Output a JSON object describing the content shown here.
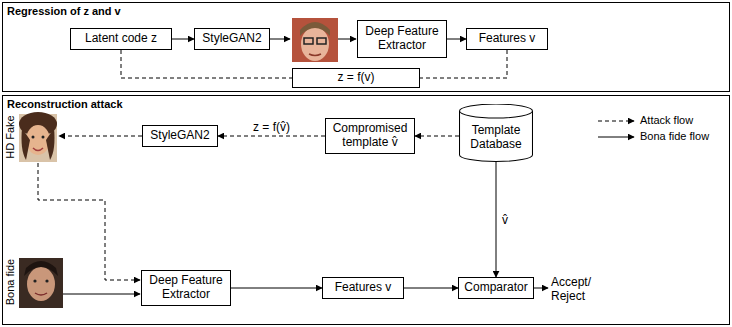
{
  "diagram": {
    "nodes": [
      {
        "text": [
          "Regression of z and v"
        ]
      },
      {
        "text": [
          "Latent code z"
        ],
        "in": 0
      },
      {
        "text": [
          "StyleGAN2"
        ],
        "in": 0
      },
      {
        "text": [
          "Deep Feature Extractor"
        ],
        "in": 0
      },
      {
        "text": [
          "Features v"
        ],
        "in": 0
      },
      {
        "text": [
          "z = f(v)"
        ],
        "in": 0
      },
      {
        "text": [
          "Reconstruction attack"
        ]
      },
      {
        "text": [
          "StyleGAN2"
        ],
        "in": 6
      },
      {
        "text": [
          "Compromised template v̂"
        ],
        "in": 6
      },
      {
        "text": [
          "Template Database"
        ],
        "in": 6
      },
      {
        "text": [
          "Deep Feature Extractor"
        ],
        "in": 6
      },
      {
        "text": [
          "Features v"
        ],
        "in": 6
      },
      {
        "text": [
          "Comparator"
        ],
        "in": 6
      }
    ],
    "edges": [
      {
        "from": 1,
        "to": 2,
        "arrow": "to"
      },
      {
        "from": 3,
        "to": 4,
        "arrow": "to"
      },
      {
        "from": 1,
        "to": 5,
        "arrow": "none"
      },
      {
        "from": 4,
        "to": 5,
        "arrow": "none"
      },
      {
        "from": 9,
        "to": 8,
        "arrow": "to"
      },
      {
        "from": 8,
        "to": 7,
        "arrow": "to",
        "label": "z = f(v̂)"
      },
      {
        "from": 10,
        "to": 11,
        "arrow": "to"
      },
      {
        "from": 11,
        "to": 12,
        "arrow": "to"
      },
      {
        "from": 9,
        "to": 12,
        "arrow": "to",
        "label": "v̂"
      }
    ],
    "labels": [
      "HD Fake",
      "Bona fide",
      "Accept/ Reject"
    ],
    "legend": [
      {
        "text": "Attack flow"
      },
      {
        "text": "Bona fide flow"
      }
    ]
  }
}
